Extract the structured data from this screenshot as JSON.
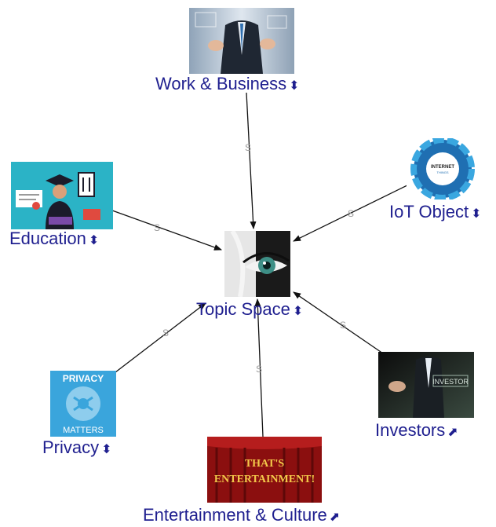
{
  "nodes": {
    "center": {
      "label": "Topic Space",
      "marker": "⬍",
      "icon": "eye-icon"
    },
    "work": {
      "label": "Work & Business",
      "marker": "⬍",
      "icon": "businessman-touchscreen-icon"
    },
    "iot": {
      "label": "IoT Object",
      "marker": "⬍",
      "icon": "internet-of-things-icon"
    },
    "education": {
      "label": "Education",
      "marker": "⬍",
      "icon": "graduate-icon"
    },
    "privacy": {
      "label": "Privacy",
      "marker": "⬍",
      "icon": "privacy-matters-icon",
      "badge_top": "PRIVACY",
      "badge_bottom": "MATTERS"
    },
    "investors": {
      "label": "Investors",
      "marker": "⬈",
      "icon": "investor-icon",
      "badge": "INVESTOR"
    },
    "entertainment": {
      "label": "Entertainment & Culture",
      "marker": "⬈",
      "icon": "theater-curtain-icon",
      "banner_line1": "THAT'S",
      "banner_line2": "ENTERTAINMENT!"
    }
  },
  "edges": [
    {
      "from": "work",
      "to": "center",
      "label": "S"
    },
    {
      "from": "iot",
      "to": "center",
      "label": "S"
    },
    {
      "from": "education",
      "to": "center",
      "label": "S"
    },
    {
      "from": "privacy",
      "to": "center",
      "label": "S"
    },
    {
      "from": "investors",
      "to": "center",
      "label": "S"
    },
    {
      "from": "entertainment",
      "to": "center",
      "label": "S"
    }
  ],
  "colors": {
    "label_text": "#1f1f8f",
    "edge": "#111111",
    "edge_label": "#9a9a9a",
    "privacy_badge": "#3aa5dc",
    "education_bg": "#2bb3c6",
    "curtain": "#8b0f0f"
  }
}
